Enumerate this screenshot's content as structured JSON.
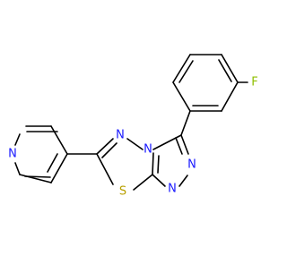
{
  "molecule": {
    "atoms": {
      "fluorine": "F",
      "triazole_n_top": "N",
      "triazole_n_right_a": "N",
      "triazole_n_right_b": "N",
      "thiadiazole_n": "N",
      "thiadiazole_s": "S",
      "pyridine_n": "N"
    },
    "colors": {
      "bond": "#000000",
      "fluorine": "#8fbf00",
      "nitrogen": "#1a1aff",
      "sulfur": "#b8a000"
    }
  }
}
